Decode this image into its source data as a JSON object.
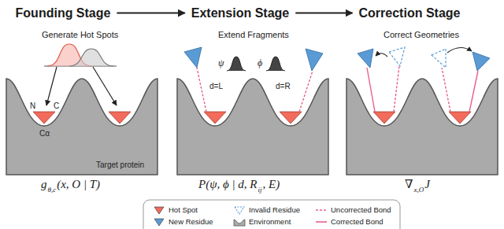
{
  "diagram": {
    "nodes": [
      {
        "text": [
          "Founding Stage"
        ]
      },
      {
        "text": [
          "Extension Stage"
        ]
      },
      {
        "text": [
          "Correction Stage"
        ]
      }
    ],
    "edges": [
      {
        "from": 0,
        "to": 1,
        "arrow": "to"
      },
      {
        "from": 1,
        "to": 2,
        "arrow": "to"
      }
    ],
    "labels": [
      "Generate Hot Spots",
      "N",
      "C",
      "Cα",
      "Target protein",
      "g",
      "θ,c",
      "(x, O | T)",
      "Extend Fragments",
      "d=L",
      "d=R",
      "ψ",
      "ϕ",
      "P(ψ, ϕ | d, R",
      "ij",
      ", E)",
      "Correct Geometries",
      "∇",
      "x,O",
      "J"
    ],
    "legend": [
      {
        "text": "Hot Spot",
        "color": "#f26b5b"
      },
      {
        "text": "Invalid Residue"
      },
      {
        "text": "Uncorrected Bond"
      },
      {
        "text": "New Residue",
        "color": "#5b9bd5"
      },
      {
        "text": "Environment",
        "color": "#aaaaaa"
      },
      {
        "text": "Corrected Bond"
      }
    ]
  }
}
